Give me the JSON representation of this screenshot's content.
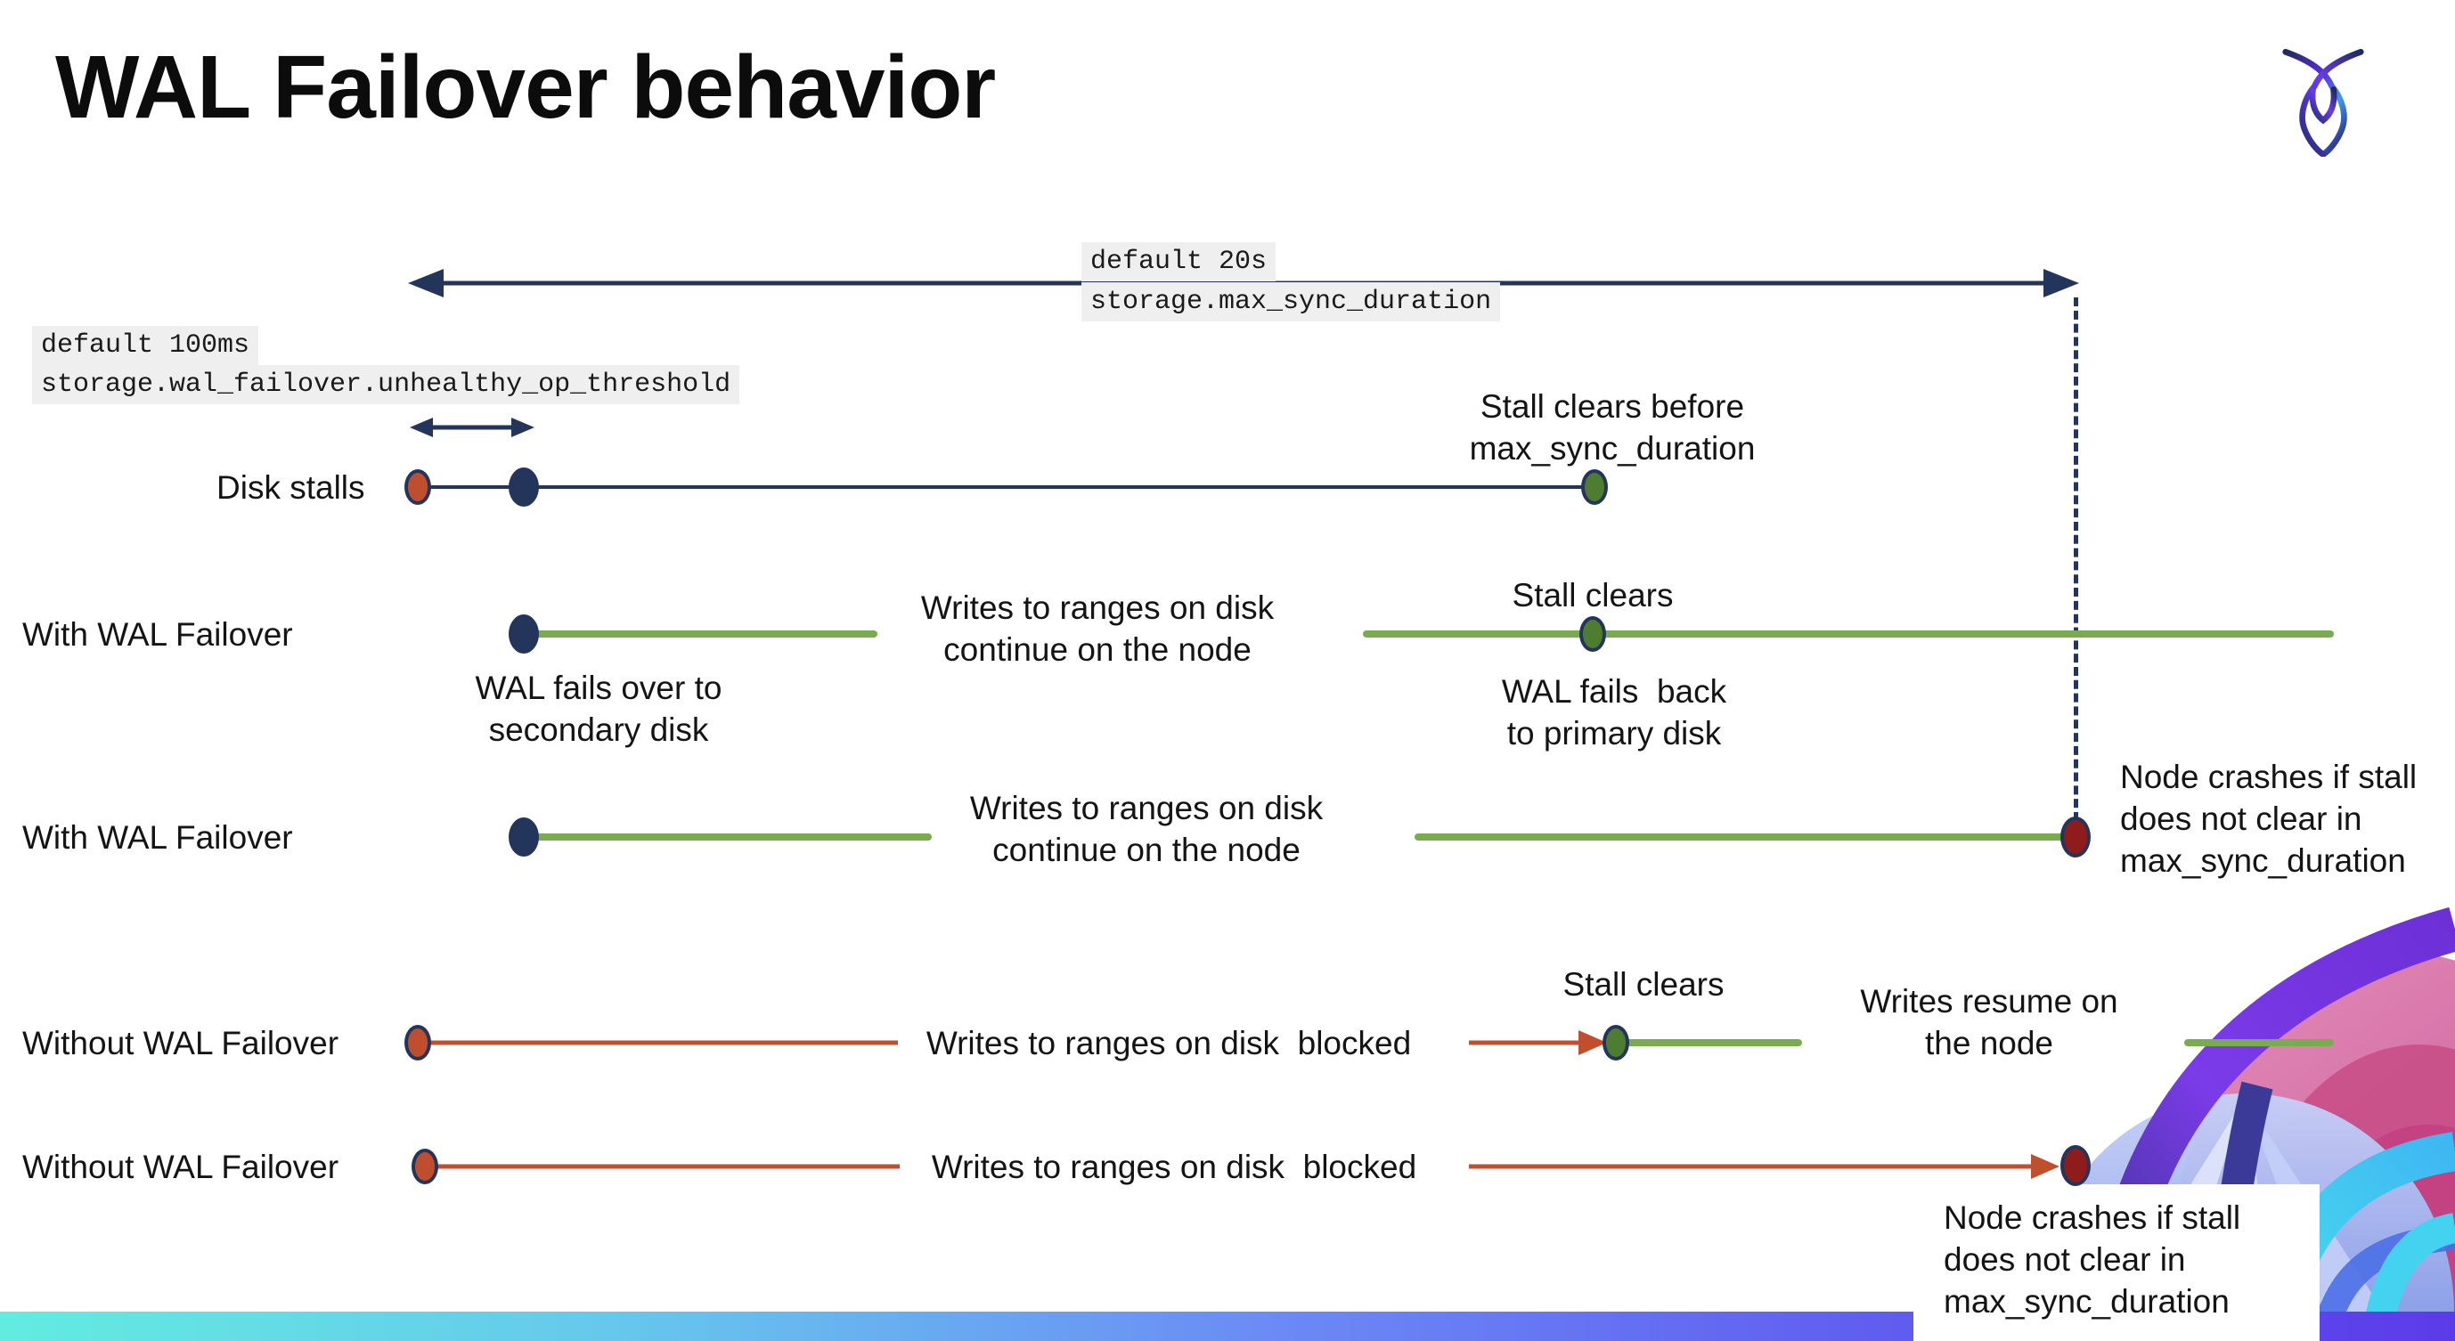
{
  "colors": {
    "navy": "#24355B",
    "green": "#79AC51",
    "green_dot": "#4E7D31",
    "red_orange": "#C0502D",
    "red_orange_dot": "#BF4E2E",
    "dark_red": "#8E1C1C",
    "code_bg": "#EFEFEF",
    "text": "#141414",
    "bar_cyan": "#62ECE0",
    "bar_blue": "#6B8AF5",
    "bar_purple": "#5B3BE9"
  },
  "header": {
    "title": "WAL Failover behavior",
    "logo": "cockroachdb-logo"
  },
  "settings": {
    "max_sync_duration": {
      "default_label": "default 20s",
      "setting_name": "storage.max_sync_duration"
    },
    "unhealthy_op_threshold": {
      "default_label": "default 100ms",
      "setting_name": "storage.wal_failover.unhealthy_op_threshold"
    }
  },
  "rows": {
    "disk_stalls": {
      "label": "Disk stalls",
      "stall_clears_note": "Stall clears before\nmax_sync_duration"
    },
    "with_wal_failover_1": {
      "label": "With WAL Failover",
      "failover_note": "WAL fails over to\nsecondary disk",
      "writes_note": "Writes to ranges on disk\ncontinue on the node",
      "stall_clears_note": "Stall clears",
      "failback_note": "WAL fails  back\nto primary disk"
    },
    "with_wal_failover_2": {
      "label": "With WAL Failover",
      "writes_note": "Writes to ranges on disk\ncontinue on the node",
      "crash_note": "Node crashes if stall\ndoes not clear in\nmax_sync_duration"
    },
    "without_wal_failover_1": {
      "label": "Without WAL Failover",
      "writes_note": "Writes to ranges on disk  blocked",
      "stall_clears_note": "Stall clears",
      "resume_note": "Writes resume on\nthe node"
    },
    "without_wal_failover_2": {
      "label": "Without WAL Failover",
      "writes_note": "Writes to ranges on disk  blocked",
      "crash_note": "Node crashes if stall\ndoes not clear in\nmax_sync_duration"
    }
  }
}
